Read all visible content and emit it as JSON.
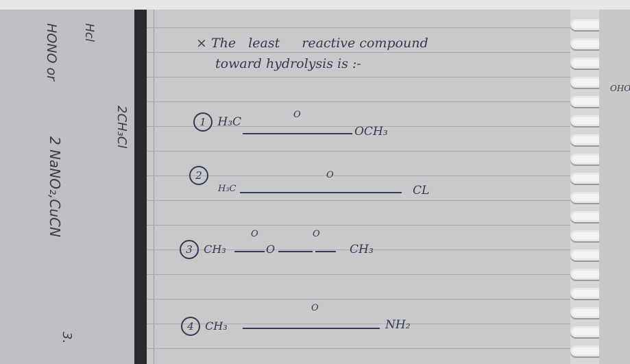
{
  "left_page": {
    "hcl": "Hcl",
    "hono": "HONO or",
    "nano2": "2 NaNO₂,CuCN",
    "ch3cl": "2CH₃Cl",
    "three": "3."
  },
  "question": {
    "line1_prefix": "× The",
    "line1_least": "least",
    "line1_rest": "reactive compound",
    "line2": "toward hydrolysis is :-"
  },
  "options": [
    {
      "num": "1",
      "left": "H₃C",
      "carbonyl": "O",
      "right": "OCH₃"
    },
    {
      "num": "2",
      "left": "H₃C",
      "carbonyl": "O",
      "right": "CL"
    },
    {
      "num": "3",
      "left": "CH₃",
      "carbonyl": "O",
      "mid": "O",
      "carbonyl2": "O",
      "right": "CH₃"
    },
    {
      "num": "4",
      "left": "CH₃",
      "carbonyl": "O",
      "right": "NH₂"
    }
  ],
  "right_edge": {
    "label": "OHO"
  }
}
